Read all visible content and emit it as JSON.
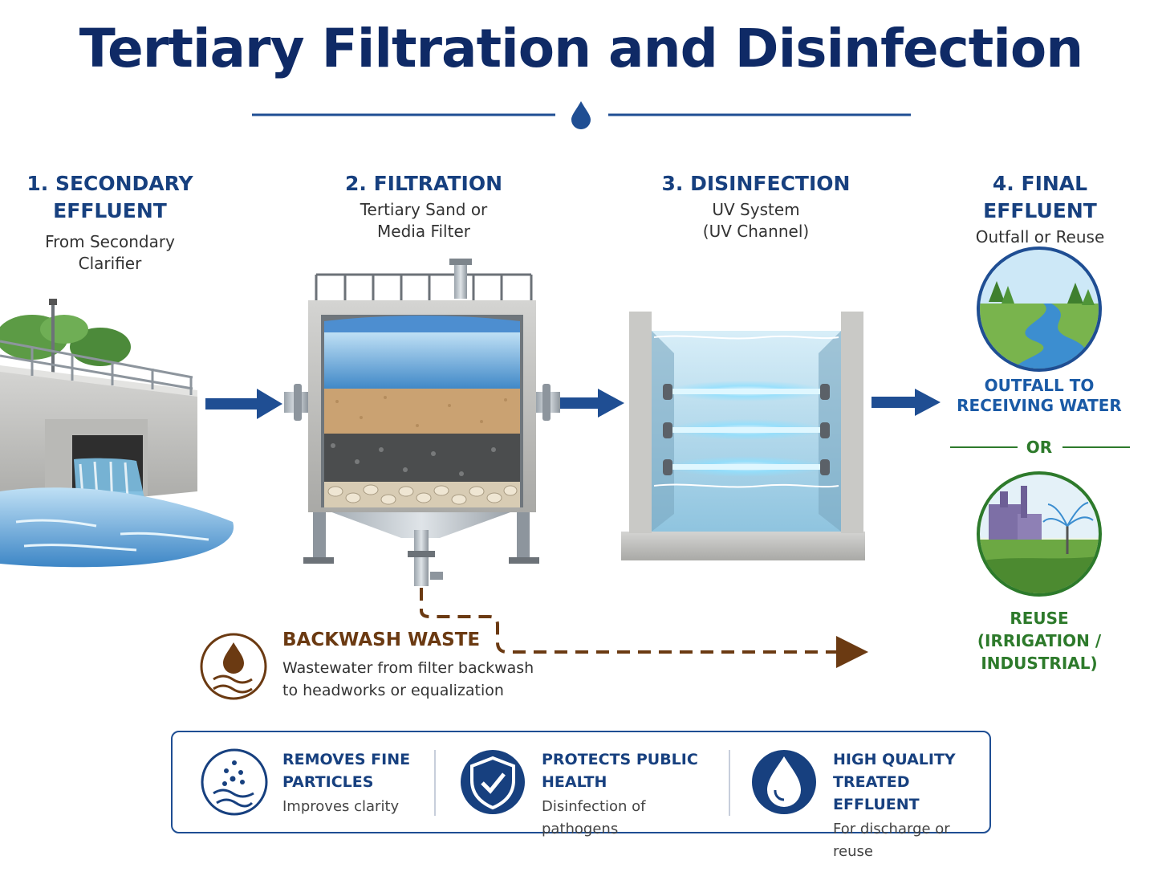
{
  "title": "Tertiary Filtration and Disinfection",
  "stages": [
    {
      "heading_line1": "1. SECONDARY",
      "heading_line2": "EFFLUENT",
      "sub_line1": "From Secondary",
      "sub_line2": "Clarifier"
    },
    {
      "heading": "2. FILTRATION",
      "sub_line1": "Tertiary Sand or",
      "sub_line2": "Media Filter"
    },
    {
      "heading": "3. DISINFECTION",
      "sub_line1": "UV System",
      "sub_line2": "(UV Channel)"
    },
    {
      "heading": "4. FINAL EFFLUENT",
      "sub": "Outfall or Reuse"
    }
  ],
  "outcomes": {
    "outfall_line1": "OUTFALL TO",
    "outfall_line2": "RECEIVING WATER",
    "or_label": "OR",
    "reuse_line1": "REUSE",
    "reuse_line2": "(IRRIGATION / INDUSTRIAL)"
  },
  "backwash": {
    "title": "BACKWASH WASTE",
    "desc_line1": "Wastewater from filter backwash",
    "desc_line2": "to headworks or equalization"
  },
  "benefits": [
    {
      "title_line1": "REMOVES FINE",
      "title_line2": "PARTICLES",
      "sub": "Improves clarity",
      "icon": "particles-icon"
    },
    {
      "title_line1": "PROTECTS PUBLIC",
      "title_line2": "HEALTH",
      "sub": "Disinfection of pathogens",
      "icon": "shield-check-icon"
    },
    {
      "title_line1": "HIGH QUALITY",
      "title_line2": "TREATED EFFLUENT",
      "sub": "For discharge or reuse",
      "icon": "water-drop-icon"
    }
  ],
  "colors": {
    "title": "#0f2a66",
    "stage_heading": "#17407f",
    "arrow": "#1f4e93",
    "backwash": "#6b3a12",
    "reuse_green": "#2d7a2b",
    "outfall_blue": "#1a5aa6"
  }
}
